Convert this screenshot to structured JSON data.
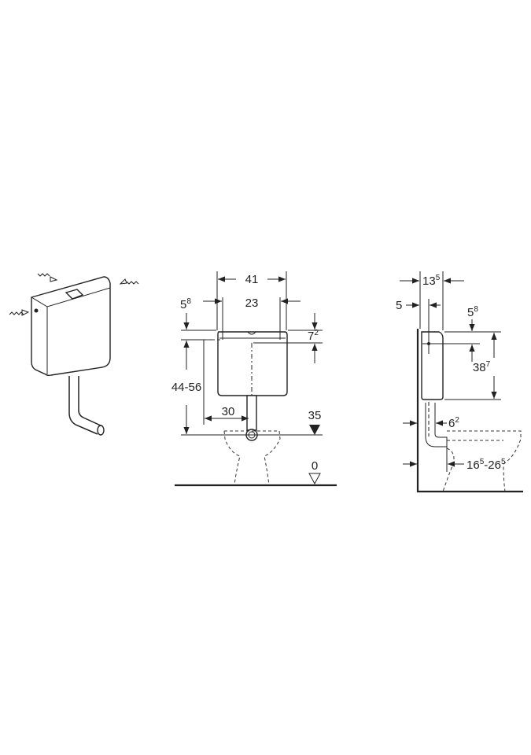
{
  "front_view": {
    "width_outer": "41",
    "width_inner": "23",
    "lid_offset": {
      "base": "5",
      "sup": "8"
    },
    "lid_height": {
      "base": "7",
      "sup": "2"
    },
    "height_range": "44-56",
    "inlet_offset": "30",
    "outlet_level": "35",
    "floor_level": "0"
  },
  "side_view": {
    "depth": {
      "base": "13",
      "sup": "5"
    },
    "wall_gap": "5",
    "lid_offset": {
      "base": "5",
      "sup": "8"
    },
    "tank_height": {
      "base": "38",
      "sup": "7"
    },
    "pipe_offset": {
      "base": "6",
      "sup": "2"
    },
    "bowl_distance": {
      "base1": "16",
      "sup1": "5",
      "sep": "-26",
      "sup2": "5"
    }
  }
}
